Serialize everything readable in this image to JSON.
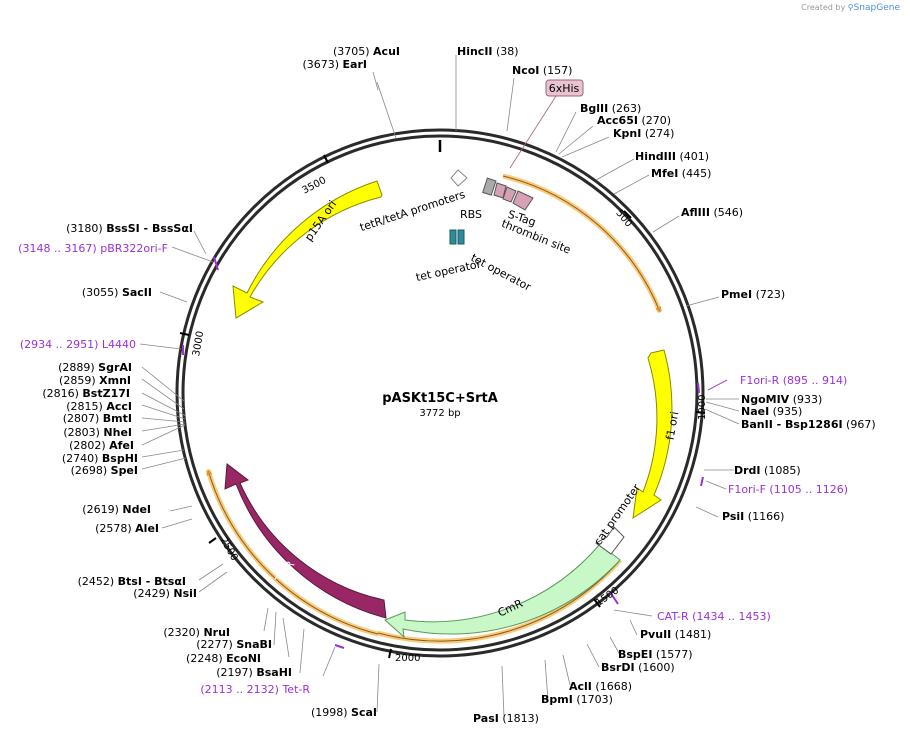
{
  "watermark": {
    "prefix": "Created by",
    "brand": "SnapGene"
  },
  "plasmid": {
    "name": "pASKt15C+SrtA",
    "length": "3772 bp"
  },
  "ticks": [
    "500",
    "1000",
    "1500",
    "2000",
    "2500",
    "3000",
    "3500"
  ],
  "features": {
    "p15a_ori": "p15A ori",
    "f1_ori": "f1 ori",
    "cmr": "CmR",
    "tetr": "TetR",
    "cat_promoter": "cat promoter",
    "tetr_teta_promoters": "tetR/tetA promoters",
    "rbs": "RBS",
    "s_tag": "S-Tag",
    "thrombin_site": "thrombin site",
    "tet_operator_1": "tet operator",
    "tet_operator_2": "tet operator",
    "his_tag": "6xHis"
  },
  "sites": [
    {
      "pos": "(3705)",
      "name": "AcuI"
    },
    {
      "pos": "(3673)",
      "name": "EarI"
    },
    {
      "name": "HincII",
      "pos": "(38)"
    },
    {
      "name": "NcoI",
      "pos": "(157)"
    },
    {
      "name": "BglII",
      "pos": "(263)"
    },
    {
      "name": "Acc65I",
      "pos": "(270)"
    },
    {
      "name": "KpnI",
      "pos": "(274)"
    },
    {
      "name": "HindIII",
      "pos": "(401)"
    },
    {
      "name": "MfeI",
      "pos": "(445)"
    },
    {
      "name": "AflIII",
      "pos": "(546)"
    },
    {
      "name": "PmeI",
      "pos": "(723)"
    },
    {
      "name": "NgoMIV",
      "pos": "(933)"
    },
    {
      "name": "NaeI",
      "pos": "(935)"
    },
    {
      "name": "BanII  - Bsp1286I",
      "pos": "(967)"
    },
    {
      "name": "DrdI",
      "pos": "(1085)"
    },
    {
      "name": "PsiI",
      "pos": "(1166)"
    },
    {
      "name": "PvuII",
      "pos": "(1481)"
    },
    {
      "name": "BspEI",
      "pos": "(1577)"
    },
    {
      "name": "BsrDI",
      "pos": "(1600)"
    },
    {
      "name": "AclI",
      "pos": "(1668)"
    },
    {
      "name": "BpmI",
      "pos": "(1703)"
    },
    {
      "name": "PasI",
      "pos": "(1813)"
    },
    {
      "pos": "(1998)",
      "name": "ScaI"
    },
    {
      "pos": "(2197)",
      "name": "BsaHI"
    },
    {
      "pos": "(2248)",
      "name": "EcoNI"
    },
    {
      "pos": "(2277)",
      "name": "SnaBI"
    },
    {
      "pos": "(2320)",
      "name": "NruI"
    },
    {
      "pos": "(2429)",
      "name": "NsiI"
    },
    {
      "pos": "(2452)",
      "name": "BtsI  - BtsαI"
    },
    {
      "pos": "(2578)",
      "name": "AleI"
    },
    {
      "pos": "(2619)",
      "name": "NdeI"
    },
    {
      "pos": "(2698)",
      "name": "SpeI"
    },
    {
      "pos": "(2740)",
      "name": "BspHI"
    },
    {
      "pos": "(2802)",
      "name": "AfeI"
    },
    {
      "pos": "(2803)",
      "name": "NheI"
    },
    {
      "pos": "(2807)",
      "name": "BmtI"
    },
    {
      "pos": "(2815)",
      "name": "AccI"
    },
    {
      "pos": "(2816)",
      "name": "BstZ17I"
    },
    {
      "pos": "(2859)",
      "name": "XmnI"
    },
    {
      "pos": "(2889)",
      "name": "SgrAI"
    },
    {
      "pos": "(3055)",
      "name": "SacII"
    },
    {
      "pos": "(3180)",
      "name": "BssSI  - BssSαI"
    }
  ],
  "primers": [
    {
      "pos": "(3148 .. 3167)",
      "name": "pBR322ori-F"
    },
    {
      "pos": "(2934 .. 2951)",
      "name": "L4440"
    },
    {
      "name": "F1ori-R",
      "pos": "(895 .. 914)"
    },
    {
      "name": "F1ori-F",
      "pos": "(1105 .. 1126)"
    },
    {
      "name": "CAT-R",
      "pos": "(1434 .. 1453)"
    },
    {
      "pos": "(2113 .. 2132)",
      "name": "Tet-R"
    }
  ],
  "colors": {
    "backbone": "#2a2a2a",
    "ori": "#ffff00",
    "cmr": "#c8f7c8",
    "tetr": "#992766",
    "tag": "#d7a1b5",
    "operator": "#2e8b9a",
    "primer": "#9b30d9",
    "orange": "#f5a623"
  }
}
